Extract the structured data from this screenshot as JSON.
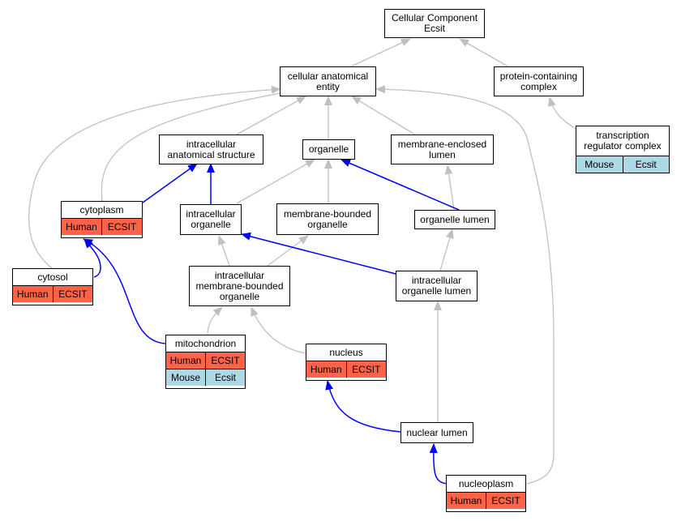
{
  "colors": {
    "human": "#ff6347",
    "mouse": "#add8e6",
    "is_a_edge": "#c0c0c0",
    "part_of_edge": "#0000ff"
  },
  "nodes": {
    "root": {
      "line1": "Cellular Component",
      "line2": "Ecsit"
    },
    "cae": {
      "line1": "cellular anatomical",
      "line2": "entity"
    },
    "pcc": {
      "line1": "protein-containing",
      "line2": "complex"
    },
    "ias": {
      "line1": "intracellular",
      "line2": "anatomical structure"
    },
    "organelle": {
      "line1": "organelle"
    },
    "mel": {
      "line1": "membrane-enclosed",
      "line2": "lumen"
    },
    "trc": {
      "line1": "transcription",
      "line2": "regulator complex",
      "row1": [
        "Mouse",
        "Ecsit"
      ]
    },
    "cytoplasm": {
      "line1": "cytoplasm",
      "row1": [
        "Human",
        "ECSIT"
      ]
    },
    "io": {
      "line1": "intracellular",
      "line2": "organelle"
    },
    "mbo": {
      "line1": "membrane-bounded",
      "line2": "organelle"
    },
    "ol": {
      "line1": "organelle lumen"
    },
    "cytosol": {
      "line1": "cytosol",
      "row1": [
        "Human",
        "ECSIT"
      ]
    },
    "imbo": {
      "line1": "intracellular",
      "line2": "membrane-bounded",
      "line3": "organelle"
    },
    "iol": {
      "line1": "intracellular",
      "line2": "organelle lumen"
    },
    "mito": {
      "line1": "mitochondrion",
      "row1": [
        "Human",
        "ECSIT"
      ],
      "row2": [
        "Mouse",
        "Ecsit"
      ]
    },
    "nucleus": {
      "line1": "nucleus",
      "row1": [
        "Human",
        "ECSIT"
      ]
    },
    "nl": {
      "line1": "nuclear lumen"
    },
    "np": {
      "line1": "nucleoplasm",
      "row1": [
        "Human",
        "ECSIT"
      ]
    }
  }
}
